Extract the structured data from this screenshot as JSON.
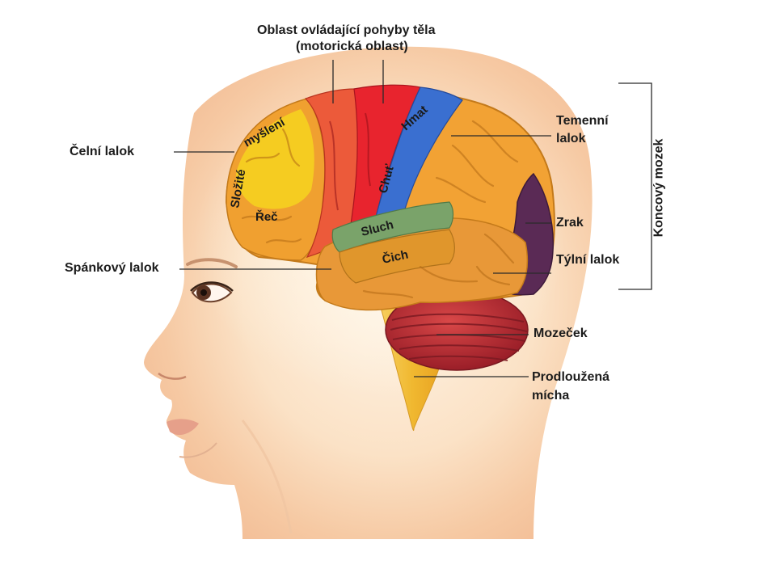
{
  "labels": {
    "motor_area_line1": "Oblast ovládající pohyby těla",
    "motor_area_line2": "(motorická oblast)",
    "frontal_lobe": "Čelní lalok",
    "parietal_lobe_line1": "Temenní",
    "parietal_lobe_line2": "lalok",
    "temporal_lobe": "Spánkový lalok",
    "vision": "Zrak",
    "occipital_lobe": "Týlní lalok",
    "cerebellum": "Mozeček",
    "medulla_line1": "Prodloužená",
    "medulla_line2": "mícha",
    "cerebrum": "Koncový mozek"
  },
  "brain_areas": {
    "complex_thinking_1": "Složité",
    "complex_thinking_2": "myšlení",
    "speech": "Řeč",
    "taste": "Chuť",
    "touch": "Hmat",
    "hearing": "Sluch",
    "smell": "Čich"
  },
  "colors": {
    "frontal": "#f0a030",
    "complex_thinking": "#f5d020",
    "motor": "#e8242e",
    "premotor": "#ec5a3a",
    "touch": "#3a6fd0",
    "parietal": "#f2a234",
    "occipital": "#5a2a55",
    "hearing": "#7aa36a",
    "temporal": "#e89838",
    "cerebellum": "#b32630",
    "brainstem": "#f0c040",
    "head_skin": "#f8d8b8"
  }
}
